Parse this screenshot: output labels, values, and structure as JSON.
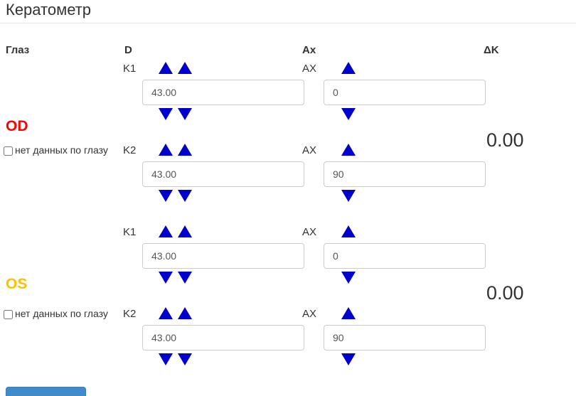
{
  "title": "Кератометр",
  "headers": {
    "eye": "Глаз",
    "d": "D",
    "ax": "Ax",
    "delta_k": "ΔK"
  },
  "colors": {
    "arrow": "#0000cc",
    "od_label": "#ff0000",
    "os_label": "#ffc000",
    "button": "#428bca"
  },
  "eyes": [
    {
      "code": "OD",
      "no_data_label": "нет данных по глазу",
      "delta_k": "0.00",
      "rows": [
        {
          "k_label": "K1",
          "ax_label": "AX",
          "d_value": "43.00",
          "ax_value": "0"
        },
        {
          "k_label": "K2",
          "ax_label": "AX",
          "d_value": "43.00",
          "ax_value": "90"
        }
      ]
    },
    {
      "code": "OS",
      "no_data_label": "нет данных по глазу",
      "delta_k": "0.00",
      "rows": [
        {
          "k_label": "K1",
          "ax_label": "AX",
          "d_value": "43.00",
          "ax_value": "0"
        },
        {
          "k_label": "K2",
          "ax_label": "AX",
          "d_value": "43.00",
          "ax_value": "90"
        }
      ]
    }
  ]
}
